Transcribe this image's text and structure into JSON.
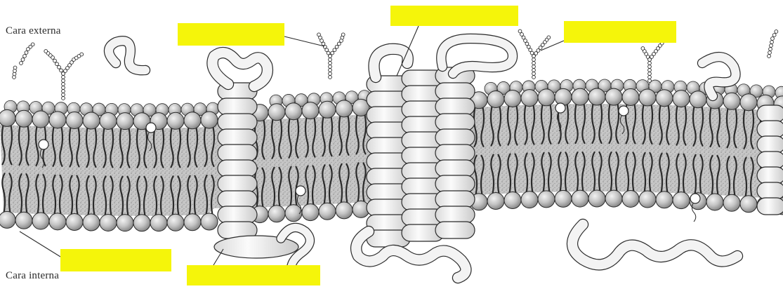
{
  "diagram": {
    "outer_face_label": "Cara externa",
    "inner_face_label": "Cara interna",
    "answer_blanks": [
      {
        "id": "blank-top-center",
        "text": ""
      },
      {
        "id": "blank-top-left",
        "text": ""
      },
      {
        "id": "blank-top-right",
        "text": ""
      },
      {
        "id": "blank-bottom-left",
        "text": ""
      },
      {
        "id": "blank-bottom-center",
        "text": ""
      }
    ]
  },
  "colors": {
    "blank_fill": "#f5f50a",
    "line": "#2b2b2b",
    "head_fill": "#cfcfcf",
    "protein_fill": "#f3f3f3",
    "band_fill": "#bdbdbd"
  }
}
